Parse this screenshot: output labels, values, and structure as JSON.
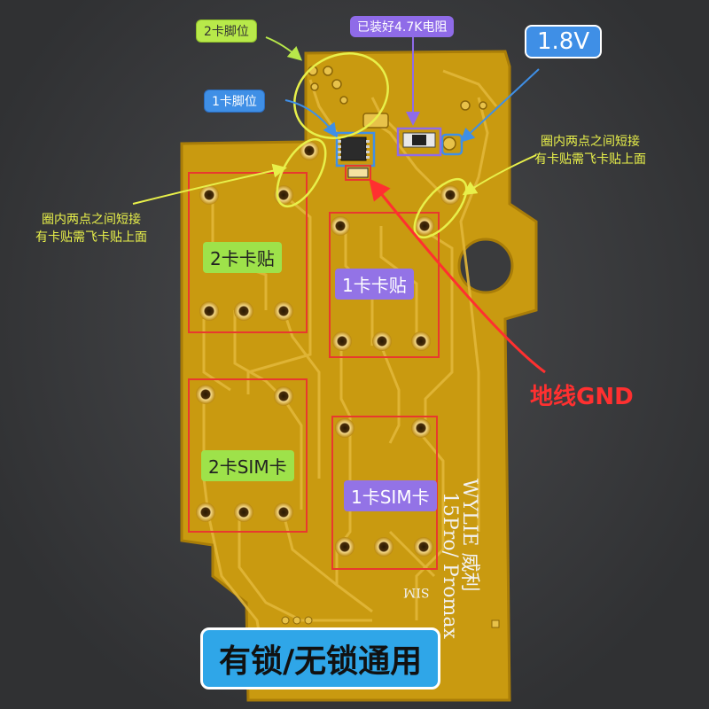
{
  "labels": {
    "card2_pins": "2卡脚位",
    "card1_pins": "1卡脚位",
    "resistor": "已装好4.7K电阻",
    "voltage": "1.8V",
    "note_right_line1": "圈内两点之间短接",
    "note_right_line2": "有卡贴需飞卡贴上面",
    "note_left_line1": "圈内两点之间短接",
    "note_left_line2": "有卡贴需飞卡贴上面",
    "card2_sticker": "2卡卡贴",
    "card1_sticker": "1卡卡贴",
    "card2_sim": "2卡SIM卡",
    "card1_sim": "1卡SIM卡",
    "ground": "地线GND",
    "silk_brand": "WYLIE 威利",
    "silk_model": "15Pro/ Promax",
    "silk_sim": "SIM",
    "banner": "有锁/无锁通用"
  },
  "colors": {
    "board": "#c99a10",
    "trace": "#e2b73a",
    "copper": "#b8860b",
    "box_red": "#e8392e",
    "ellipse_yellow": "#e8f04a",
    "arrow_green": "#b8e94a",
    "arrow_purple": "#8f6be8",
    "arrow_red": "#ff3030"
  }
}
